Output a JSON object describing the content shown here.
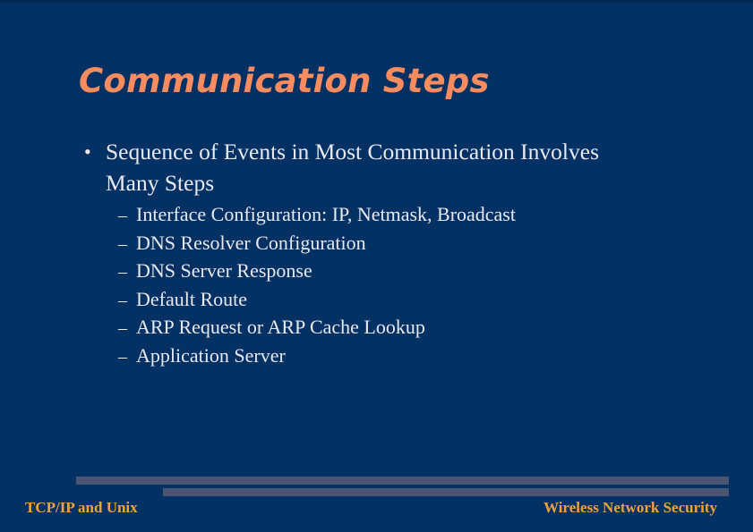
{
  "slide": {
    "title": "Communication Steps",
    "background_color": "#033164",
    "title_color": "#fa8c5f",
    "body_text_color": "#e9e9f2",
    "footer_text_color": "#f0a33c",
    "bar_color": "#4a5574"
  },
  "content": {
    "main_bullet": {
      "marker": "•",
      "text": "Sequence of Events in Most Communication Involves Many Steps"
    },
    "sub_bullet_marker": "–",
    "sub_bullets": [
      {
        "text": "Interface Configuration: IP, Netmask, Broadcast"
      },
      {
        "text": "DNS Resolver Configuration"
      },
      {
        "text": "DNS Server Response"
      },
      {
        "text": "Default Route"
      },
      {
        "text": "ARP Request or ARP Cache Lookup"
      },
      {
        "text": "Application Server"
      }
    ]
  },
  "footer": {
    "left": "TCP/IP and Unix",
    "right": "Wireless Network Security"
  }
}
